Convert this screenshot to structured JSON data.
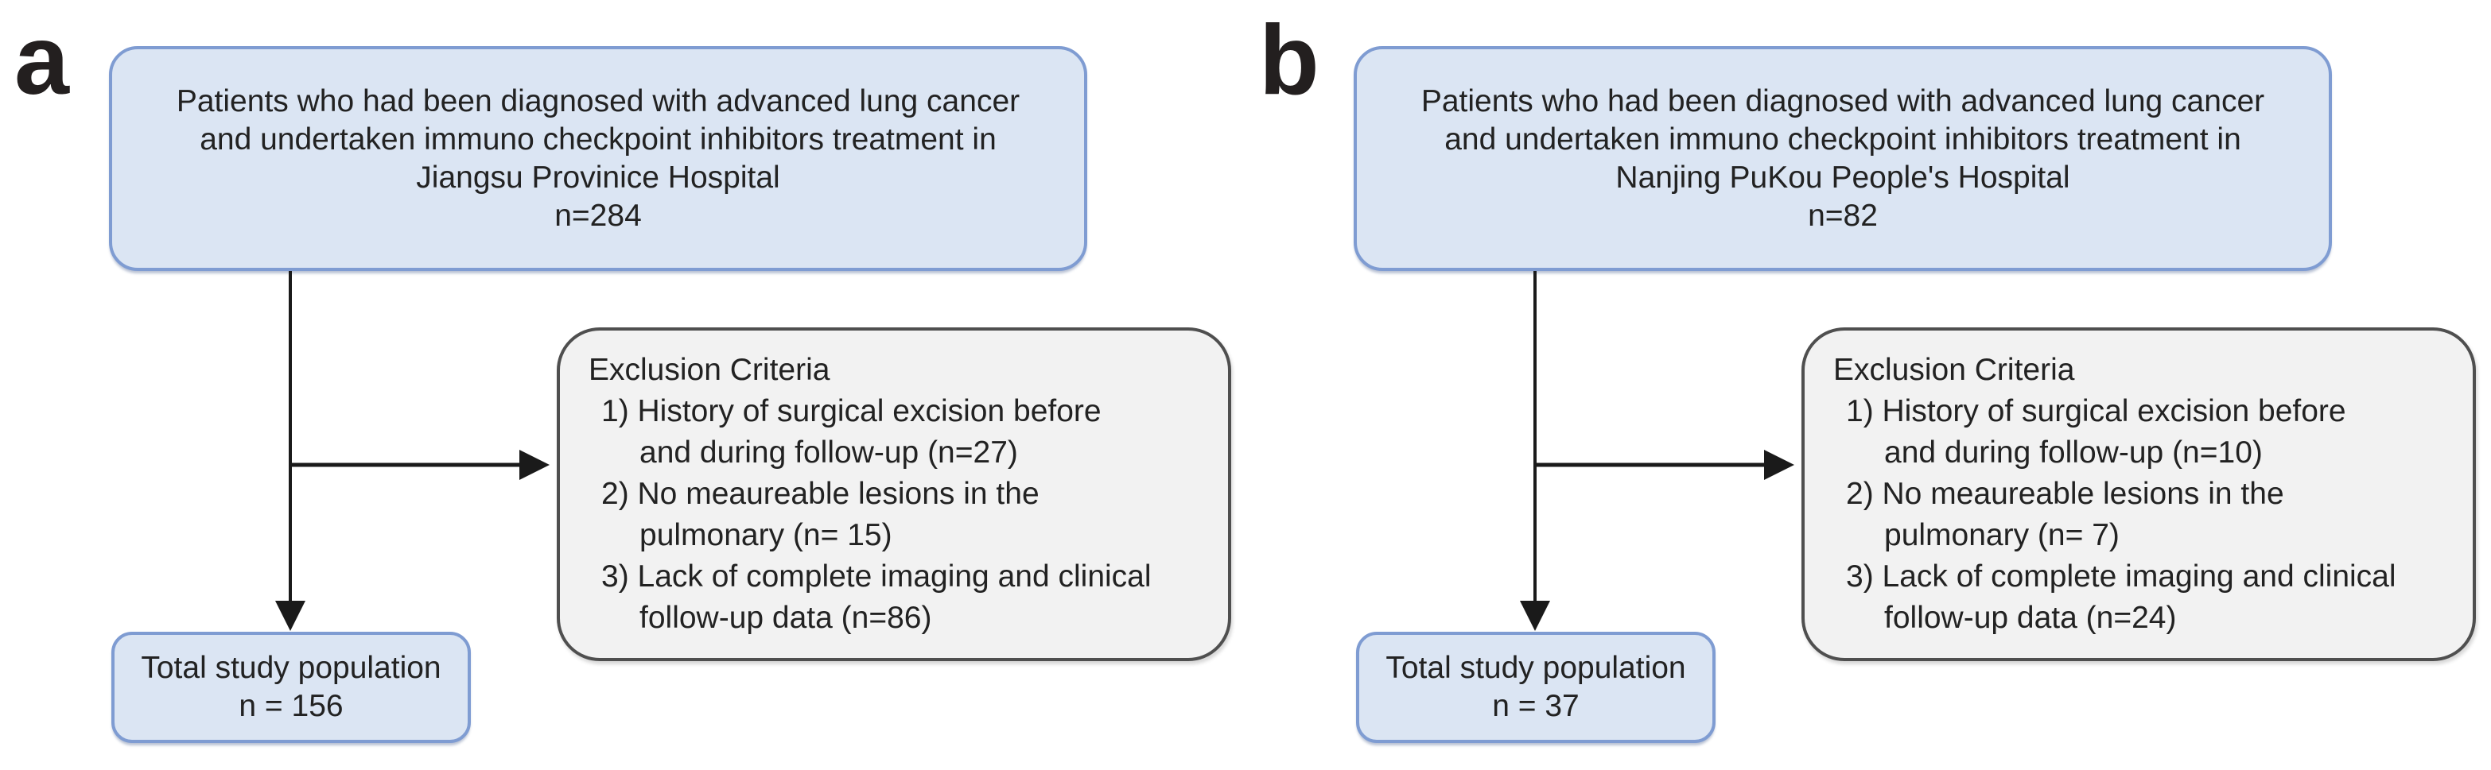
{
  "colors": {
    "box_blue_fill": "#dbe5f3",
    "box_blue_border": "#7f9cd2",
    "box_gray_fill": "#f2f2f2",
    "box_gray_border": "#4f4f4f",
    "arrow": "#1a1a1a",
    "text": "#222222"
  },
  "panels": [
    {
      "label": "a",
      "source_box": {
        "lines": [
          "Patients who had been diagnosed with advanced lung cancer",
          "and undertaken immuno checkpoint inhibitors treatment in",
          "Jiangsu Provinice Hospital",
          "n=284"
        ]
      },
      "exclusion_box": {
        "title": "Exclusion Criteria",
        "items": [
          {
            "line1": "1) History of surgical excision before",
            "line2": "and during follow-up (n=27)"
          },
          {
            "line1": "2) No meaureable lesions in the",
            "line2": "pulmonary (n= 15)"
          },
          {
            "line1": "3) Lack of complete imaging and clinical",
            "line2": "follow-up data (n=86)"
          }
        ]
      },
      "total_box": {
        "line1": "Total study population",
        "line2": "n = 156"
      }
    },
    {
      "label": "b",
      "source_box": {
        "lines": [
          "Patients who had been diagnosed with advanced lung cancer",
          "and undertaken immuno checkpoint inhibitors treatment in",
          "Nanjing PuKou People's Hospital",
          "n=82"
        ]
      },
      "exclusion_box": {
        "title": "Exclusion Criteria",
        "items": [
          {
            "line1": "1) History of surgical excision before",
            "line2": "and during follow-up (n=10)"
          },
          {
            "line1": "2) No meaureable lesions in the",
            "line2": "pulmonary (n= 7)"
          },
          {
            "line1": "3) Lack of complete imaging and clinical",
            "line2": "follow-up data (n=24)"
          }
        ]
      },
      "total_box": {
        "line1": "Total study population",
        "line2": "n = 37"
      }
    }
  ]
}
